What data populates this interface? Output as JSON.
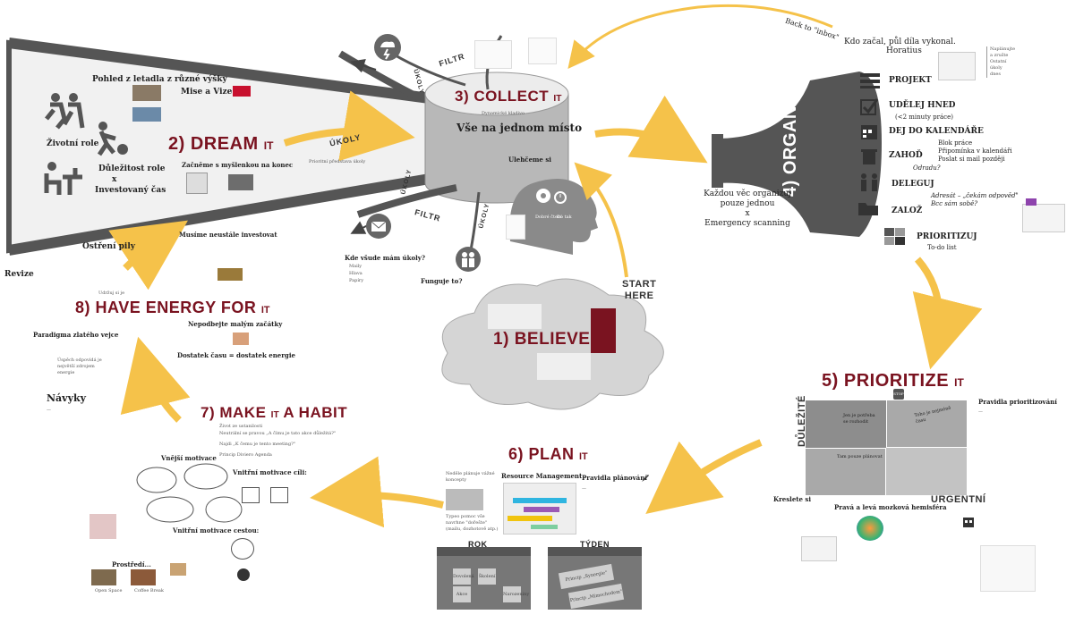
{
  "steps": {
    "believe": {
      "num": "1)",
      "label": "BELIEVE",
      "suffix": "IT"
    },
    "dream": {
      "num": "2)",
      "label": "DREAM",
      "suffix": "IT"
    },
    "collect": {
      "num": "3)",
      "label": "COLLECT",
      "suffix": "IT"
    },
    "organize": {
      "num": "4)",
      "label": "ORGANIZE",
      "suffix": "IT"
    },
    "prioritize": {
      "num": "5)",
      "label": "PRIORITIZE",
      "suffix": "IT"
    },
    "plan": {
      "num": "6)",
      "label": "PLAN",
      "suffix": "IT"
    },
    "habit": {
      "num": "7)",
      "label": "MAKE",
      "suffix": "IT",
      "tail": "A HABIT"
    },
    "energy": {
      "num": "8)",
      "label": "HAVE ENERGY FOR",
      "suffix": "IT"
    }
  },
  "start_here": [
    "START",
    "HERE"
  ],
  "dream_section": {
    "heading": "Pohled z letadla z různé výšky",
    "mission": "Mise a Vize",
    "life_roles": "Životní role",
    "important_roles": "Důležitost role",
    "x": "x",
    "invested_time": "Investovaný čas",
    "start_with_end": "Začněme s myšlenkou na konec",
    "tasks_label": "ÚKOLY",
    "filter_note": "Prioritní představa úkoly"
  },
  "collect_section": {
    "subtitle": "Dynamické kladivo",
    "heading": "Vše na jednom místo",
    "simplify": "Ulehčeme si",
    "filter_top": "FILTR",
    "filter_bottom": "FILTR",
    "tasks_top": "ÚKOLY",
    "tasks_left": "ÚKOLY",
    "tasks_bottom": "ÚKOLY",
    "where_tasks": "Kde všude mám úkoly?",
    "where_list": [
      "Maily",
      "Hlava",
      "Papíry"
    ],
    "works": "Funguje to?",
    "head_notes": [
      "Dobré čtení",
      "Do tak"
    ]
  },
  "organize_section": {
    "back_to_inbox": "Back to \"inbox\"",
    "quote": "Kdo začal, půl díla vykonal.",
    "author": "Horatius",
    "side_note": [
      "Naplánujte",
      "a zrušte",
      "Ostatní",
      "úkoly",
      "dnes"
    ],
    "items": [
      {
        "label": "PROJEKT",
        "icon": "list-icon"
      },
      {
        "label": "UDĚLEJ HNED",
        "note": "(<2 minuty práce)",
        "icon": "checkbox-icon"
      },
      {
        "label": "DEJ DO KALENDÁŘE",
        "note": "Blok práce\nPřipomínka v kalendáři\nPoslat si mail později",
        "icon": "calendar-icon"
      },
      {
        "label": "ZAHOĎ",
        "note": "Odradu?",
        "icon": "trash-icon"
      },
      {
        "label": "DELEGUJ",
        "note": "Adresát – „čekám odpověď\"\nBcc sám sobě?",
        "icon": "people-icon"
      },
      {
        "label": "ZALOŽ",
        "icon": "folder-icon"
      },
      {
        "label": "PRIORITIZUJ",
        "note": "To-do list",
        "icon": "squares-icon"
      }
    ],
    "funnel_text": [
      "Každou věc organizuj",
      "pouze jednou",
      "x",
      "Emergency scanning"
    ]
  },
  "prioritize_section": {
    "important": "DŮLEŽITÉ",
    "urgent": "URGENTNÍ",
    "q1": "Jen je potřeba se rozhodit",
    "q2": "Toho je nejméně času",
    "q3": "Tam pouze plánovat",
    "rules": "Pravidla prioritizování",
    "draw": "Kreslete si",
    "brain": "Pravá a levá mozková hemisféra",
    "stop": "STOP"
  },
  "plan_section": {
    "resource": "Resource Management",
    "rules": "Pravidla plánování",
    "year": "ROK",
    "week": "TÝDEN",
    "notebook": "Neděle plánuje vážné koncepty",
    "typically": "Typeo pomoc vše navrhne \"dořešte\" (mailu, dozhotově atp.)",
    "week_cells": [
      "Princip „Synergie\"",
      "Princip „Mimochodem\""
    ],
    "year_cells": [
      "Dovolená",
      "Školení",
      "Akce",
      "Narozeniny"
    ]
  },
  "habit_section": {
    "life": "Život ze ustanilosti",
    "neutral": "Neutrální se pravou „A čímu je tato akce důležitá?\"",
    "reflect": "Najdi „K čemu je tento meeting?\"",
    "rule": "Princip Diviero Agenda",
    "habits": "Návyky",
    "outer_motivation": "Vnější motivace",
    "inner_goal": "Vnitřní motivace cíli:",
    "inner_path": "Vnitřní motivace cestou:",
    "surroundings": "Prostředí...",
    "open_space": "Open Space",
    "coffee_break": "Coffee Break"
  },
  "energy_section": {
    "sharpen": "Ostření pily",
    "review": "Revize",
    "must_invest": "Musíme neustále investovat",
    "small_steps": "Nepodbejte malým začátky",
    "enough_time": "Dostatek času = dostatek energie",
    "paradigm": "Paradigma zlatého vejce",
    "quote": "Úspěch odpovídá je největší zdrojem energie",
    "more": "Udržuj si je"
  },
  "colors": {
    "title": "#7a1320",
    "arrow": "#f5c24a",
    "dark": "#555555",
    "gray": "#cfcfcf"
  }
}
